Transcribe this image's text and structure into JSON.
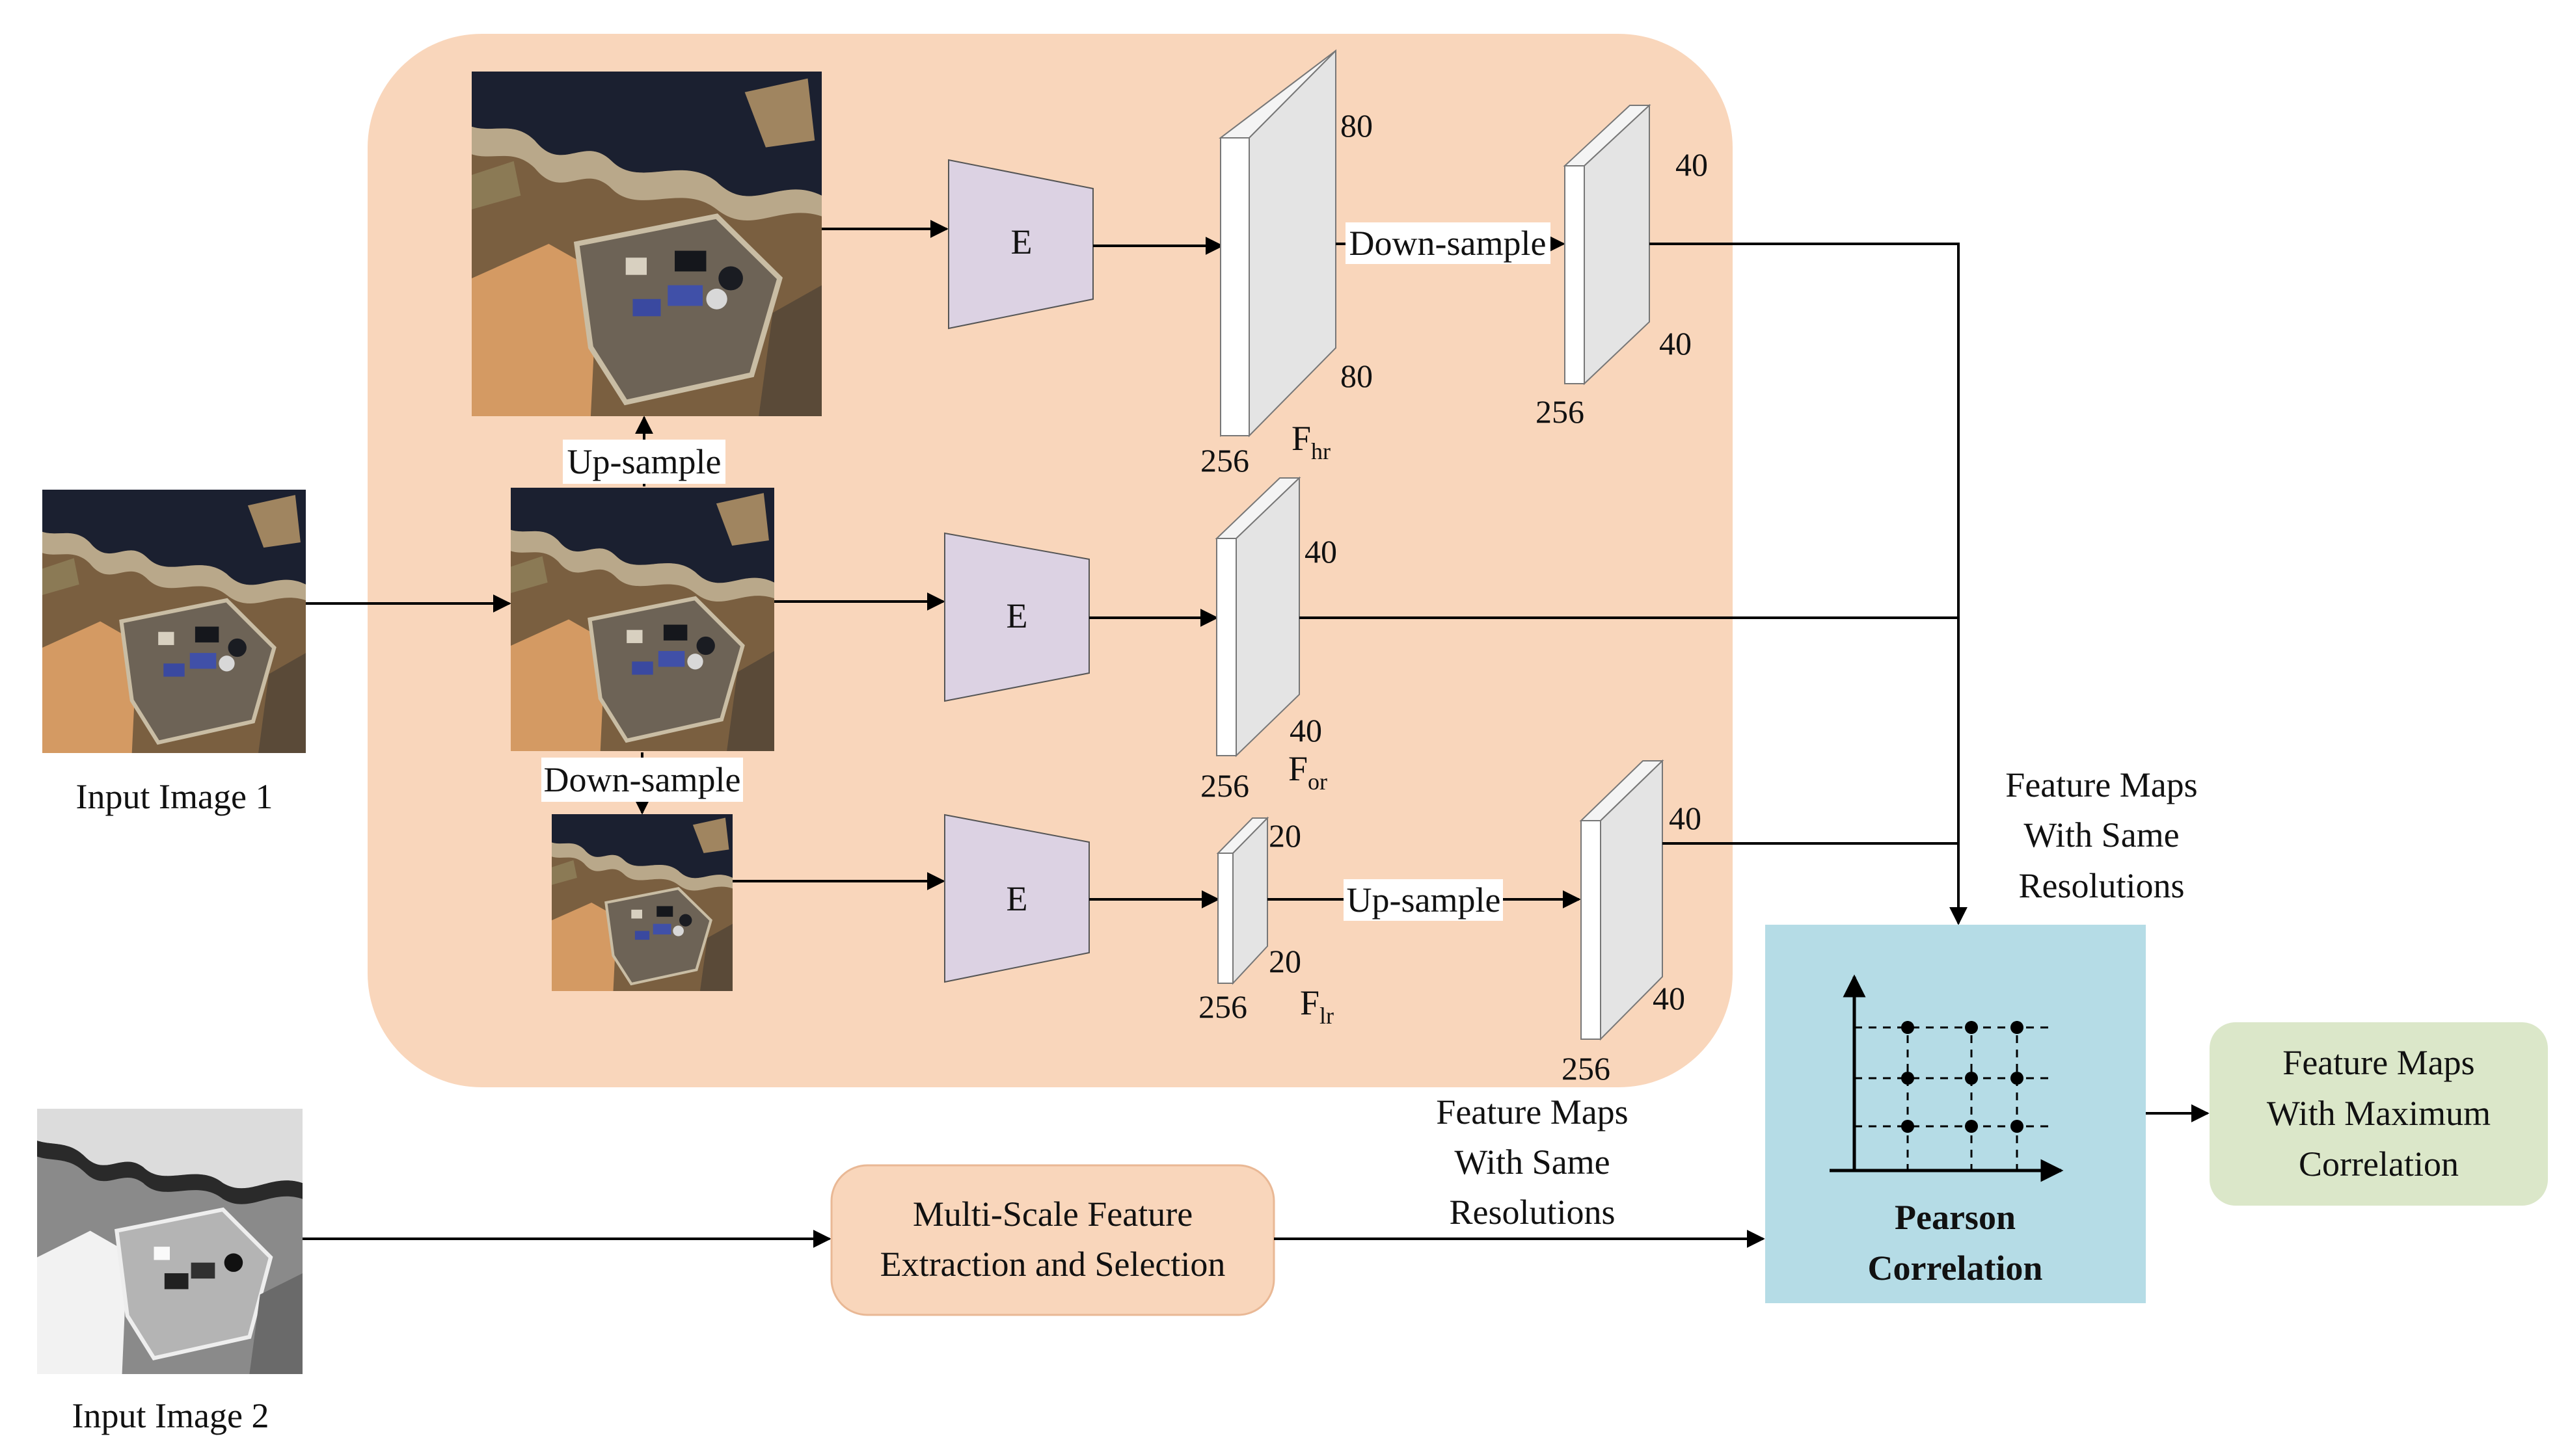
{
  "inputs": {
    "image1_label": "Input Image 1",
    "image2_label": "Input Image 2"
  },
  "ops": {
    "upsample": "Up-sample",
    "downsample": "Down-sample",
    "encoder": "E"
  },
  "features": {
    "hr": {
      "main": "F",
      "sub": "hr",
      "size": "80",
      "channels": "256"
    },
    "or": {
      "main": "F",
      "sub": "or",
      "size": "40",
      "channels": "256"
    },
    "lr": {
      "main": "F",
      "sub": "lr",
      "size": "20",
      "channels": "256"
    },
    "resized_size": "40",
    "resized_channels": "256"
  },
  "annotations": {
    "same_res_right": [
      "Feature Maps",
      "With Same",
      "Resolutions"
    ],
    "same_res_bottom": [
      "Feature Maps",
      "With Same",
      "Resolutions"
    ]
  },
  "multiscale": [
    "Multi-Scale Feature",
    "Extraction and Selection"
  ],
  "pearson": [
    "Pearson",
    "Correlation"
  ],
  "output": [
    "Feature Maps",
    "With Maximum",
    "Correlation"
  ],
  "colors": {
    "panel": "#f9d6bb",
    "encoder": "#dcd2e3",
    "pearson": "#b5dce6",
    "output": "#dbe7c9",
    "cube_face": "#e4e4e4"
  }
}
